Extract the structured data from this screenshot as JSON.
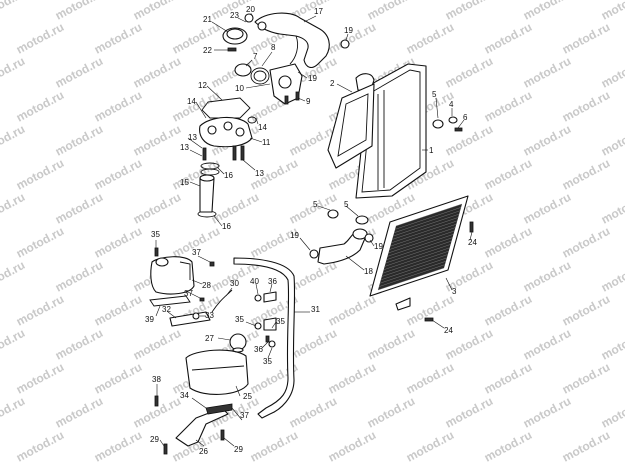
{
  "watermark": "motod.ru",
  "callouts": [
    {
      "id": "c21",
      "text": "21"
    },
    {
      "id": "c23",
      "text": "23"
    },
    {
      "id": "c20",
      "text": "20"
    },
    {
      "id": "c17",
      "text": "17"
    },
    {
      "id": "c19a",
      "text": "19"
    },
    {
      "id": "c22",
      "text": "22"
    },
    {
      "id": "c8",
      "text": "8"
    },
    {
      "id": "c7",
      "text": "7"
    },
    {
      "id": "c19b",
      "text": "19"
    },
    {
      "id": "c10",
      "text": "10"
    },
    {
      "id": "c9",
      "text": "9"
    },
    {
      "id": "c2",
      "text": "2"
    },
    {
      "id": "c12",
      "text": "12"
    },
    {
      "id": "c14a",
      "text": "14"
    },
    {
      "id": "c14b",
      "text": "14"
    },
    {
      "id": "c11",
      "text": "11"
    },
    {
      "id": "c13a",
      "text": "13"
    },
    {
      "id": "c13b",
      "text": "13"
    },
    {
      "id": "c13c",
      "text": "13"
    },
    {
      "id": "c16a",
      "text": "16"
    },
    {
      "id": "c15",
      "text": "15"
    },
    {
      "id": "c16b",
      "text": "16"
    },
    {
      "id": "c5a",
      "text": "5"
    },
    {
      "id": "c4",
      "text": "4"
    },
    {
      "id": "c6",
      "text": "6"
    },
    {
      "id": "c1",
      "text": "1"
    },
    {
      "id": "c5b",
      "text": "5"
    },
    {
      "id": "c5c",
      "text": "5"
    },
    {
      "id": "c19c",
      "text": "19"
    },
    {
      "id": "c19d",
      "text": "19"
    },
    {
      "id": "c18",
      "text": "18"
    },
    {
      "id": "c24a",
      "text": "24"
    },
    {
      "id": "c3",
      "text": "3"
    },
    {
      "id": "c24b",
      "text": "24"
    },
    {
      "id": "c35a",
      "text": "35"
    },
    {
      "id": "c37a",
      "text": "37"
    },
    {
      "id": "c28",
      "text": "28"
    },
    {
      "id": "c37b",
      "text": "37"
    },
    {
      "id": "c30",
      "text": "30"
    },
    {
      "id": "c40",
      "text": "40"
    },
    {
      "id": "c36a",
      "text": "36"
    },
    {
      "id": "c31",
      "text": "31"
    },
    {
      "id": "c39",
      "text": "39"
    },
    {
      "id": "c32",
      "text": "32"
    },
    {
      "id": "c33",
      "text": "33"
    },
    {
      "id": "c35b",
      "text": "35"
    },
    {
      "id": "c35c",
      "text": "35"
    },
    {
      "id": "c27",
      "text": "27"
    },
    {
      "id": "c36b",
      "text": "36"
    },
    {
      "id": "c35d",
      "text": "35"
    },
    {
      "id": "c38",
      "text": "38"
    },
    {
      "id": "c25",
      "text": "25"
    },
    {
      "id": "c34",
      "text": "34"
    },
    {
      "id": "c37c",
      "text": "37"
    },
    {
      "id": "c29a",
      "text": "29"
    },
    {
      "id": "c26",
      "text": "26"
    },
    {
      "id": "c29b",
      "text": "29"
    }
  ]
}
